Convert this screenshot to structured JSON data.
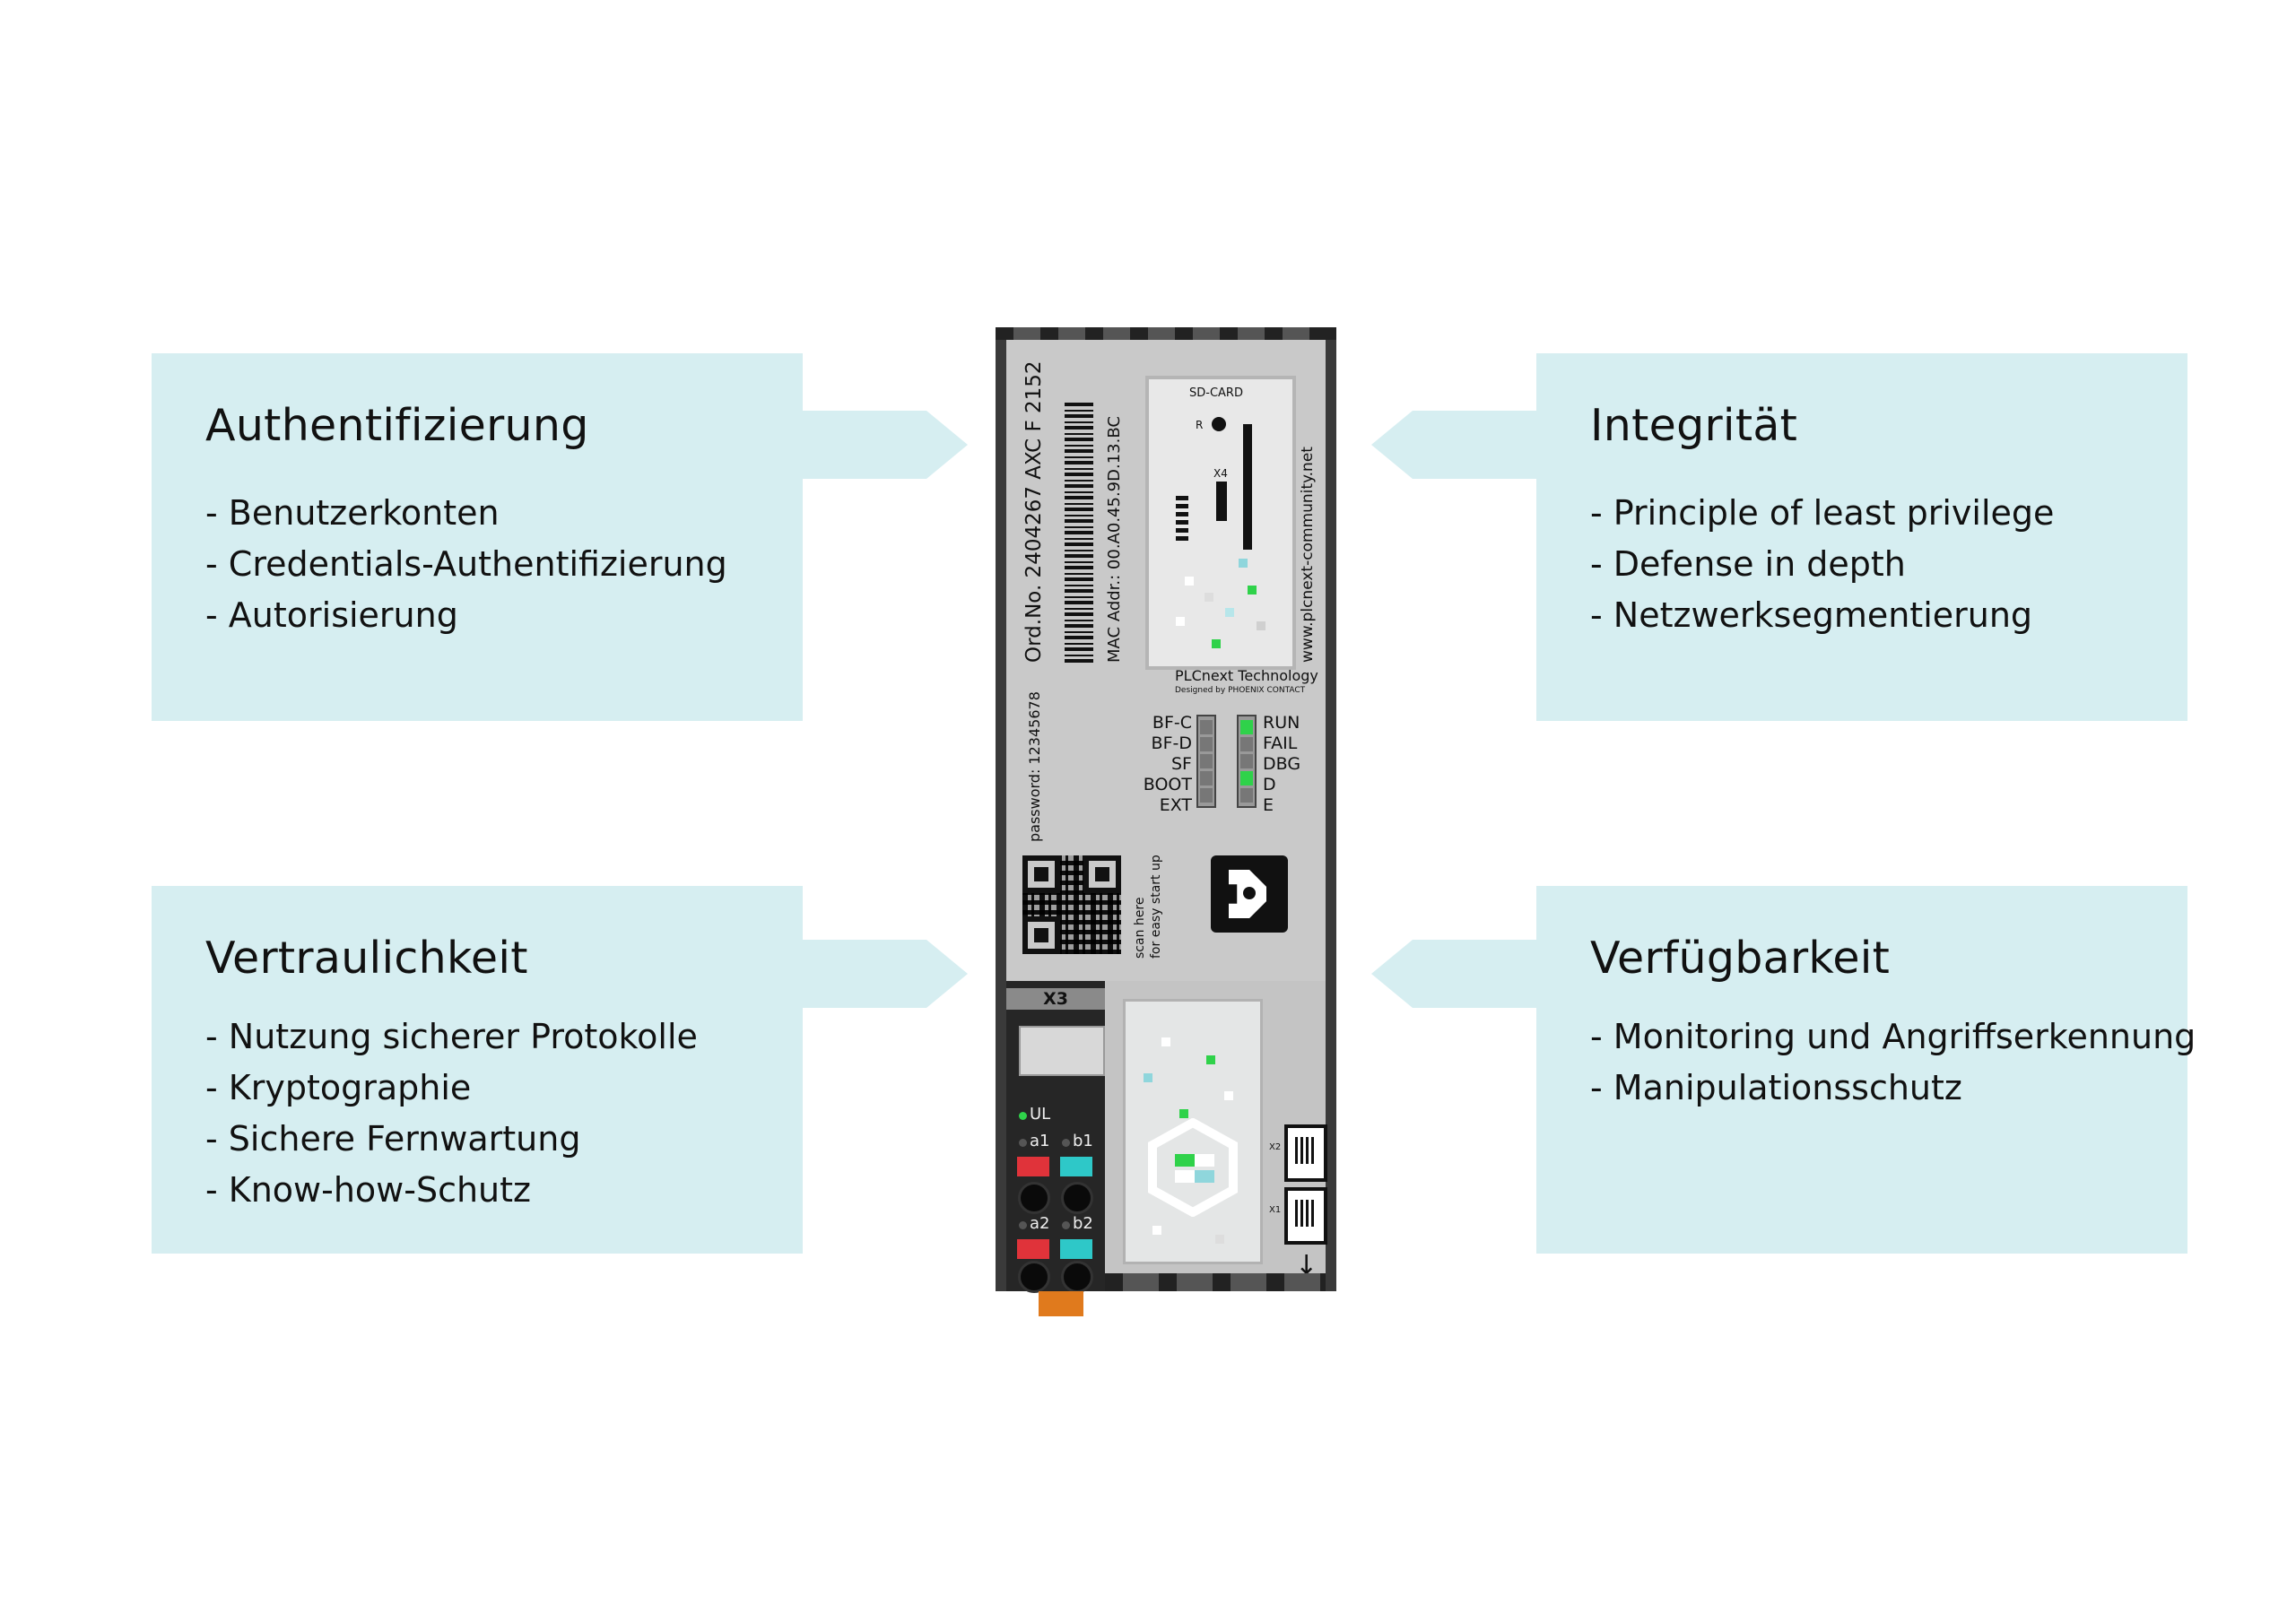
{
  "panels": {
    "top_left": {
      "title": "Authentifizierung",
      "items": [
        "- Benutzerkonten",
        "- Credentials-Authentifizierung",
        "- Autorisierung"
      ]
    },
    "top_right": {
      "title": "Integrität",
      "items": [
        "- Principle of least privilege",
        "- Defense in depth",
        "- Netzwerksegmentierung"
      ]
    },
    "bottom_left": {
      "title": "Vertraulichkeit",
      "items": [
        "- Nutzung sicherer Protokolle",
        "- Kryptographie",
        "- Sichere Fernwartung",
        "- Know-how-Schutz"
      ]
    },
    "bottom_right": {
      "title": "Verfügbarkeit",
      "items": [
        "- Monitoring und Angriffserkennung",
        "- Manipulationsschutz"
      ]
    }
  },
  "device": {
    "order_no": "Ord.No. 2404267 AXC F 2152",
    "mac_addr": "MAC Addr.: 00.A0.45.9D.13.BC",
    "website": "www.plcnext-community.net",
    "password": "password: 12345678",
    "sd_card_label": "SD-CARD",
    "sd_r_label": "R",
    "x4_label": "X4",
    "brand": "PLCnext Technology",
    "brand_sub": "Designed by PHOENIX CONTACT",
    "scan_hint_1": "scan here",
    "scan_hint_2": "for easy start up",
    "leds_left": [
      "BF-C",
      "BF-D",
      "SF",
      "BOOT",
      "EXT"
    ],
    "leds_right": [
      "RUN",
      "FAIL",
      "DBG",
      "D",
      "E"
    ],
    "x3_label": "X3",
    "terminal_labels": {
      "ul": "UL",
      "a1": "a1",
      "b1": "b1",
      "a2": "a2",
      "b2": "b2"
    },
    "x2_label": "X2",
    "x1_label": "X1",
    "colors": {
      "panel": "#d6eef1",
      "led_on": "#2fd24a",
      "clamp_red": "#e0333a",
      "clamp_cyan": "#2ec8c8",
      "tab_orange": "#e07a1d"
    },
    "leds_on_right": [
      "RUN",
      "D"
    ]
  }
}
